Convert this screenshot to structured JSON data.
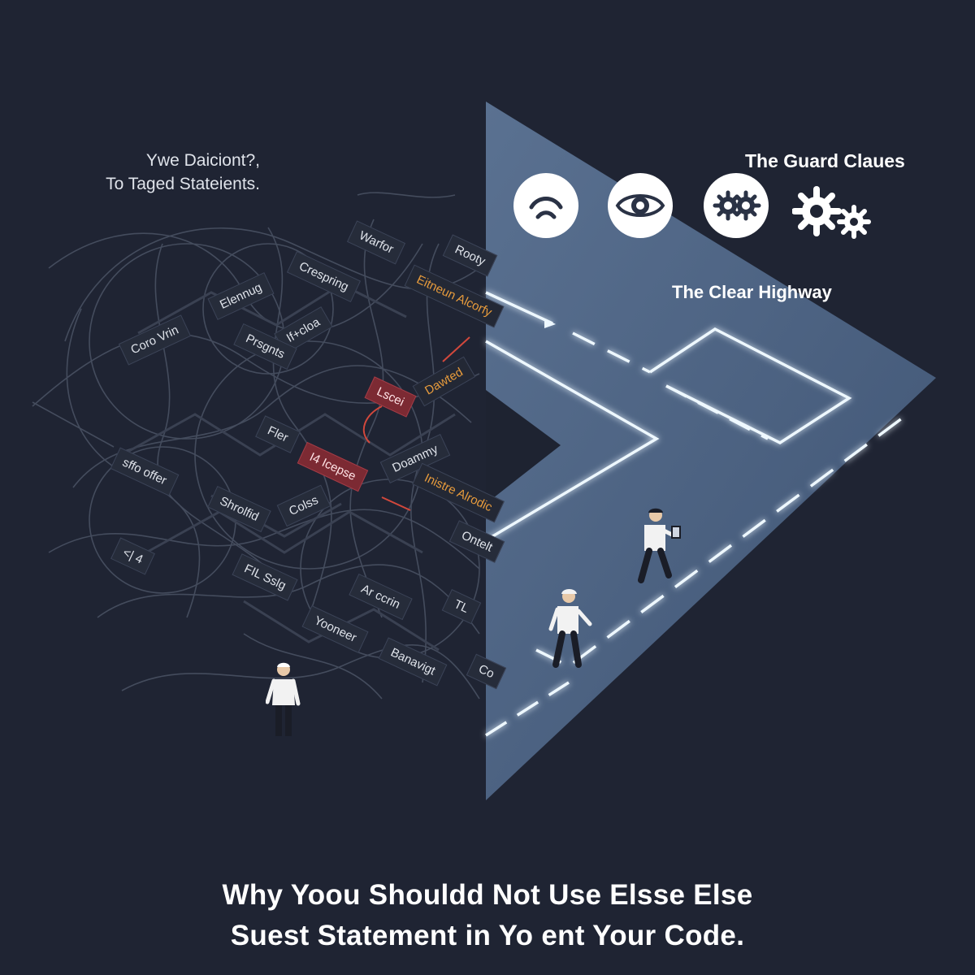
{
  "left_caption": {
    "line1": "Ywe Daiciont?,",
    "line2": "To Taged Stateients."
  },
  "right_captions": {
    "guard": "The Guard Claues",
    "highway": "The Clear Highway"
  },
  "icons": [
    "headphone-arc-icon",
    "eye-icon",
    "gears-icon",
    "gears-outline-icon"
  ],
  "tangle_labels": [
    {
      "text": "Warfor",
      "style": "plain"
    },
    {
      "text": "Rooty",
      "style": "plain"
    },
    {
      "text": "Crespring",
      "style": "plain"
    },
    {
      "text": "Elennug",
      "style": "plain"
    },
    {
      "text": "Eitneun Alcorfy",
      "style": "orange"
    },
    {
      "text": "Coro Vrin",
      "style": "plain"
    },
    {
      "text": "If+cloa",
      "style": "plain"
    },
    {
      "text": "Prsgnts",
      "style": "plain"
    },
    {
      "text": "Dawted",
      "style": "orange"
    },
    {
      "text": "Lscei",
      "style": "red"
    },
    {
      "text": "Fler",
      "style": "plain"
    },
    {
      "text": "Doammy",
      "style": "plain"
    },
    {
      "text": "sffo offer",
      "style": "plain"
    },
    {
      "text": "I4 Icepse",
      "style": "red"
    },
    {
      "text": "Inistre Alrodic",
      "style": "orange"
    },
    {
      "text": "Shrolfid",
      "style": "plain"
    },
    {
      "text": "Colss",
      "style": "plain"
    },
    {
      "text": "Ontelt",
      "style": "plain"
    },
    {
      "text": "<| 4",
      "style": "plain"
    },
    {
      "text": "FIL Sslg",
      "style": "plain"
    },
    {
      "text": "Ar ccrin",
      "style": "plain"
    },
    {
      "text": "TL",
      "style": "plain"
    },
    {
      "text": "Yooneer",
      "style": "plain"
    },
    {
      "text": "Banavigt",
      "style": "plain"
    },
    {
      "text": "Co",
      "style": "plain"
    }
  ],
  "title": {
    "line1": "Why Yoou Shouldd Not Use Elsse Else",
    "line2": "Suest Statement in Yo ent Your Code."
  },
  "colors": {
    "background": "#1f2433",
    "highway_panel": "#4d6585",
    "glow_line": "#e8f6ff",
    "accent_red": "#d2483c"
  }
}
